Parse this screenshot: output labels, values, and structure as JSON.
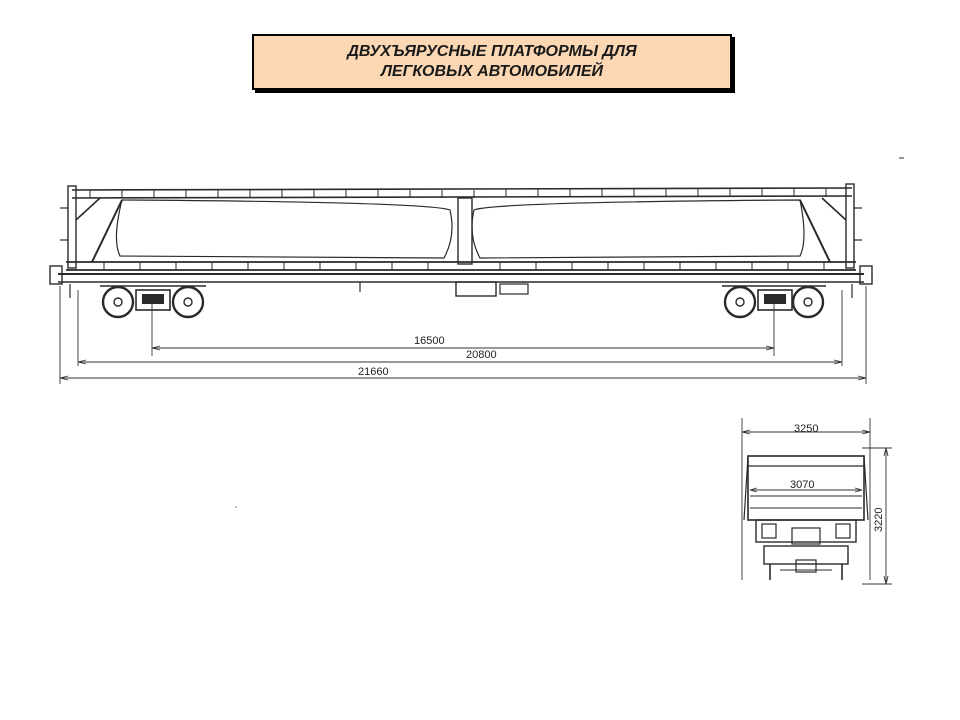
{
  "title": {
    "line1": "ДВУХЪЯРУСНЫЕ ПЛАТФОРМЫ ДЛЯ",
    "line2": "ЛЕГКОВЫХ АВТОМОБИЛЕЙ"
  },
  "side_view": {
    "dim_bogie_centers": "16500",
    "dim_frame_length": "20800",
    "dim_overall_length": "21660"
  },
  "end_view": {
    "dim_outer_width": "3250",
    "dim_inner_width": "3070",
    "dim_height": "3220"
  },
  "colors": {
    "title_fill": "#fbd7b3",
    "line": "#2a2a2a"
  }
}
